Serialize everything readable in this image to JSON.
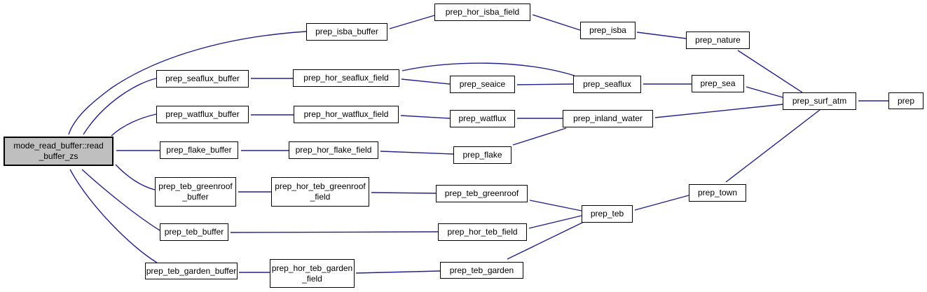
{
  "diagram": {
    "kind": "call-graph",
    "colors": {
      "edge": "#22228c",
      "node_border": "#000000",
      "node_fill": "#ffffff",
      "highlight_fill": "#bfbfbf",
      "background": "#ffffff",
      "text": "#000000"
    },
    "nodes": [
      {
        "id": "read_buffer_zs",
        "label_lines": [
          "mode_read_buffer::read",
          "_buffer_zs"
        ],
        "highlighted": true
      },
      {
        "id": "prep_isba_buffer",
        "label_lines": [
          "prep_isba_buffer"
        ],
        "highlighted": false
      },
      {
        "id": "prep_hor_isba_field",
        "label_lines": [
          "prep_hor_isba_field"
        ],
        "highlighted": false
      },
      {
        "id": "prep_isba",
        "label_lines": [
          "prep_isba"
        ],
        "highlighted": false
      },
      {
        "id": "prep_nature",
        "label_lines": [
          "prep_nature"
        ],
        "highlighted": false
      },
      {
        "id": "prep_seaflux_buffer",
        "label_lines": [
          "prep_seaflux_buffer"
        ],
        "highlighted": false
      },
      {
        "id": "prep_hor_seaflux_field",
        "label_lines": [
          "prep_hor_seaflux_field"
        ],
        "highlighted": false
      },
      {
        "id": "prep_seaice",
        "label_lines": [
          "prep_seaice"
        ],
        "highlighted": false
      },
      {
        "id": "prep_seaflux",
        "label_lines": [
          "prep_seaflux"
        ],
        "highlighted": false
      },
      {
        "id": "prep_sea",
        "label_lines": [
          "prep_sea"
        ],
        "highlighted": false
      },
      {
        "id": "prep_watflux_buffer",
        "label_lines": [
          "prep_watflux_buffer"
        ],
        "highlighted": false
      },
      {
        "id": "prep_hor_watflux_field",
        "label_lines": [
          "prep_hor_watflux_field"
        ],
        "highlighted": false
      },
      {
        "id": "prep_watflux",
        "label_lines": [
          "prep_watflux"
        ],
        "highlighted": false
      },
      {
        "id": "prep_inland_water",
        "label_lines": [
          "prep_inland_water"
        ],
        "highlighted": false
      },
      {
        "id": "prep_flake_buffer",
        "label_lines": [
          "prep_flake_buffer"
        ],
        "highlighted": false
      },
      {
        "id": "prep_hor_flake_field",
        "label_lines": [
          "prep_hor_flake_field"
        ],
        "highlighted": false
      },
      {
        "id": "prep_flake",
        "label_lines": [
          "prep_flake"
        ],
        "highlighted": false
      },
      {
        "id": "prep_teb_greenroof_buffer",
        "label_lines": [
          "prep_teb_greenroof",
          "_buffer"
        ],
        "highlighted": false
      },
      {
        "id": "prep_hor_teb_greenroof_field",
        "label_lines": [
          "prep_hor_teb_greenroof",
          "_field"
        ],
        "highlighted": false
      },
      {
        "id": "prep_teb_greenroof",
        "label_lines": [
          "prep_teb_greenroof"
        ],
        "highlighted": false
      },
      {
        "id": "prep_teb_buffer",
        "label_lines": [
          "prep_teb_buffer"
        ],
        "highlighted": false
      },
      {
        "id": "prep_hor_teb_field",
        "label_lines": [
          "prep_hor_teb_field"
        ],
        "highlighted": false
      },
      {
        "id": "prep_teb",
        "label_lines": [
          "prep_teb"
        ],
        "highlighted": false
      },
      {
        "id": "prep_town",
        "label_lines": [
          "prep_town"
        ],
        "highlighted": false
      },
      {
        "id": "prep_teb_garden_buffer",
        "label_lines": [
          "prep_teb_garden_buffer"
        ],
        "highlighted": false
      },
      {
        "id": "prep_hor_teb_garden_field",
        "label_lines": [
          "prep_hor_teb_garden",
          "_field"
        ],
        "highlighted": false
      },
      {
        "id": "prep_teb_garden",
        "label_lines": [
          "prep_teb_garden"
        ],
        "highlighted": false
      },
      {
        "id": "prep_surf_atm",
        "label_lines": [
          "prep_surf_atm"
        ],
        "highlighted": false
      },
      {
        "id": "prep",
        "label_lines": [
          "prep"
        ],
        "highlighted": false
      }
    ],
    "edges": [
      {
        "from": "prep_isba_buffer",
        "to": "read_buffer_zs"
      },
      {
        "from": "prep_hor_isba_field",
        "to": "prep_isba_buffer"
      },
      {
        "from": "prep_isba",
        "to": "prep_hor_isba_field"
      },
      {
        "from": "prep_nature",
        "to": "prep_isba"
      },
      {
        "from": "prep_surf_atm",
        "to": "prep_nature"
      },
      {
        "from": "prep",
        "to": "prep_surf_atm"
      },
      {
        "from": "prep_seaflux_buffer",
        "to": "read_buffer_zs"
      },
      {
        "from": "prep_hor_seaflux_field",
        "to": "prep_seaflux_buffer"
      },
      {
        "from": "prep_seaice",
        "to": "prep_hor_seaflux_field"
      },
      {
        "from": "prep_seaflux",
        "to": "prep_seaice"
      },
      {
        "from": "prep_seaflux",
        "to": "prep_hor_seaflux_field"
      },
      {
        "from": "prep_sea",
        "to": "prep_seaflux"
      },
      {
        "from": "prep_surf_atm",
        "to": "prep_sea"
      },
      {
        "from": "prep_watflux_buffer",
        "to": "read_buffer_zs"
      },
      {
        "from": "prep_hor_watflux_field",
        "to": "prep_watflux_buffer"
      },
      {
        "from": "prep_watflux",
        "to": "prep_hor_watflux_field"
      },
      {
        "from": "prep_inland_water",
        "to": "prep_watflux"
      },
      {
        "from": "prep_inland_water",
        "to": "prep_flake"
      },
      {
        "from": "prep_surf_atm",
        "to": "prep_inland_water"
      },
      {
        "from": "prep_flake_buffer",
        "to": "read_buffer_zs"
      },
      {
        "from": "prep_hor_flake_field",
        "to": "prep_flake_buffer"
      },
      {
        "from": "prep_flake",
        "to": "prep_hor_flake_field"
      },
      {
        "from": "prep_teb_greenroof_buffer",
        "to": "read_buffer_zs"
      },
      {
        "from": "prep_hor_teb_greenroof_field",
        "to": "prep_teb_greenroof_buffer"
      },
      {
        "from": "prep_teb_greenroof",
        "to": "prep_hor_teb_greenroof_field"
      },
      {
        "from": "prep_teb",
        "to": "prep_teb_greenroof"
      },
      {
        "from": "prep_teb_buffer",
        "to": "read_buffer_zs"
      },
      {
        "from": "prep_hor_teb_field",
        "to": "prep_teb_buffer"
      },
      {
        "from": "prep_teb",
        "to": "prep_hor_teb_field"
      },
      {
        "from": "prep_teb_garden_buffer",
        "to": "read_buffer_zs"
      },
      {
        "from": "prep_hor_teb_garden_field",
        "to": "prep_teb_garden_buffer"
      },
      {
        "from": "prep_teb_garden",
        "to": "prep_hor_teb_garden_field"
      },
      {
        "from": "prep_teb",
        "to": "prep_teb_garden"
      },
      {
        "from": "prep_town",
        "to": "prep_teb"
      },
      {
        "from": "prep_surf_atm",
        "to": "prep_town"
      }
    ]
  }
}
